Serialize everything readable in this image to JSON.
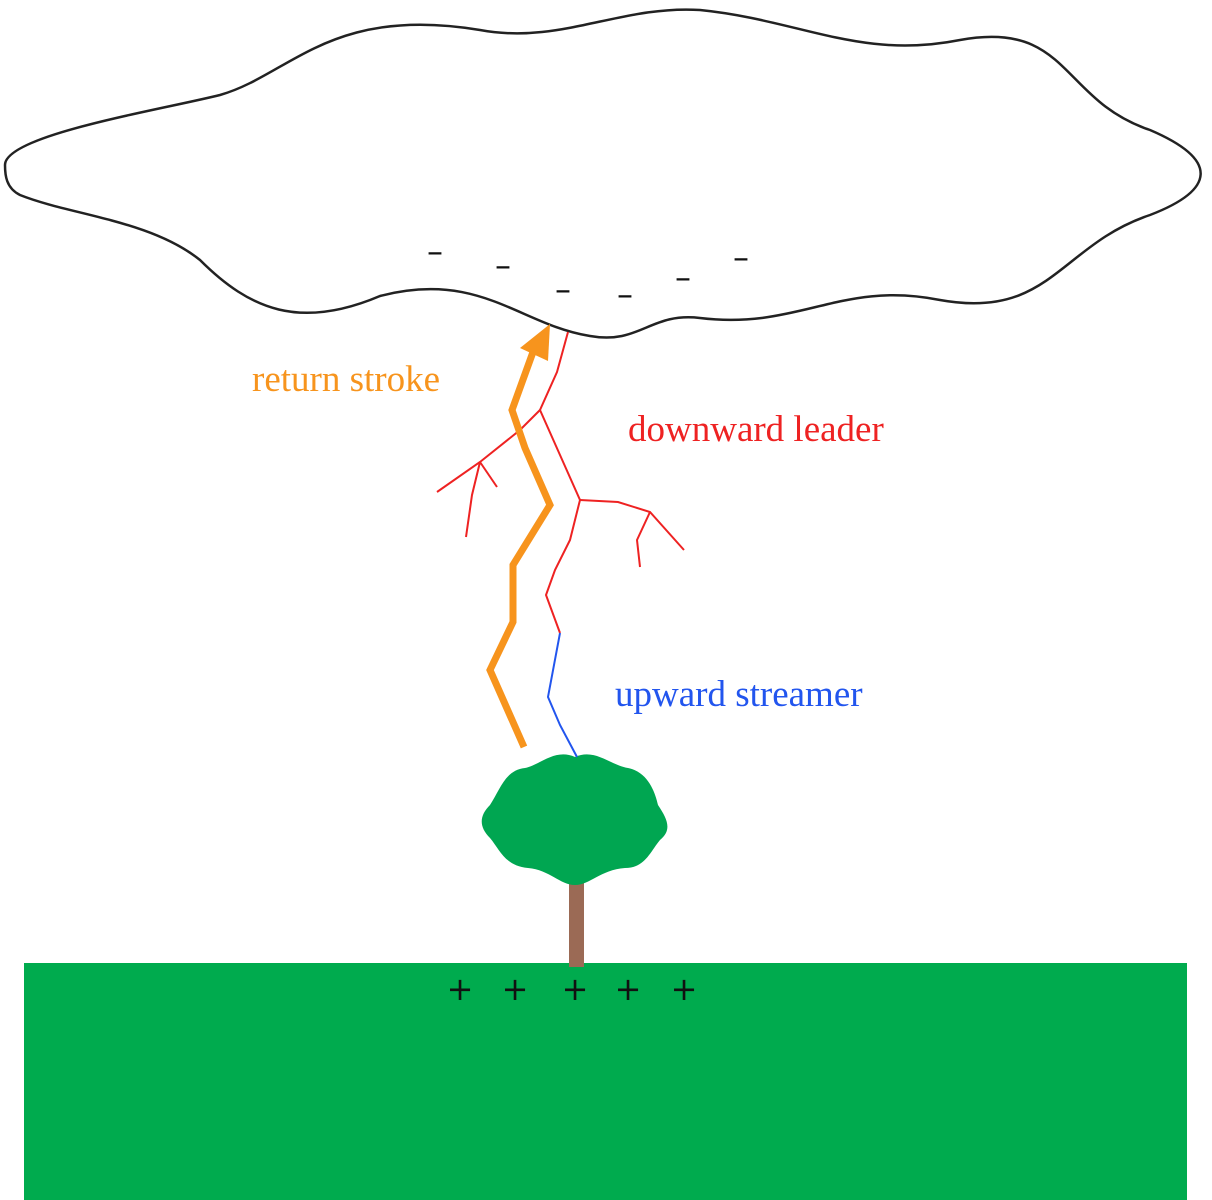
{
  "labels": {
    "return_stroke": "return stroke",
    "downward_leader": "downward leader",
    "upward_streamer": "upward streamer"
  },
  "cloud_charge_symbol": "–",
  "ground_charge_symbol": "+",
  "colors": {
    "return_stroke": "#f7941d",
    "downward_leader": "#ee2222",
    "upward_streamer": "#2255ee",
    "ground": "#00ab4e",
    "tree_crown": "#00a651",
    "tree_trunk": "#9b6a55",
    "cloud_outline": "#222222"
  }
}
